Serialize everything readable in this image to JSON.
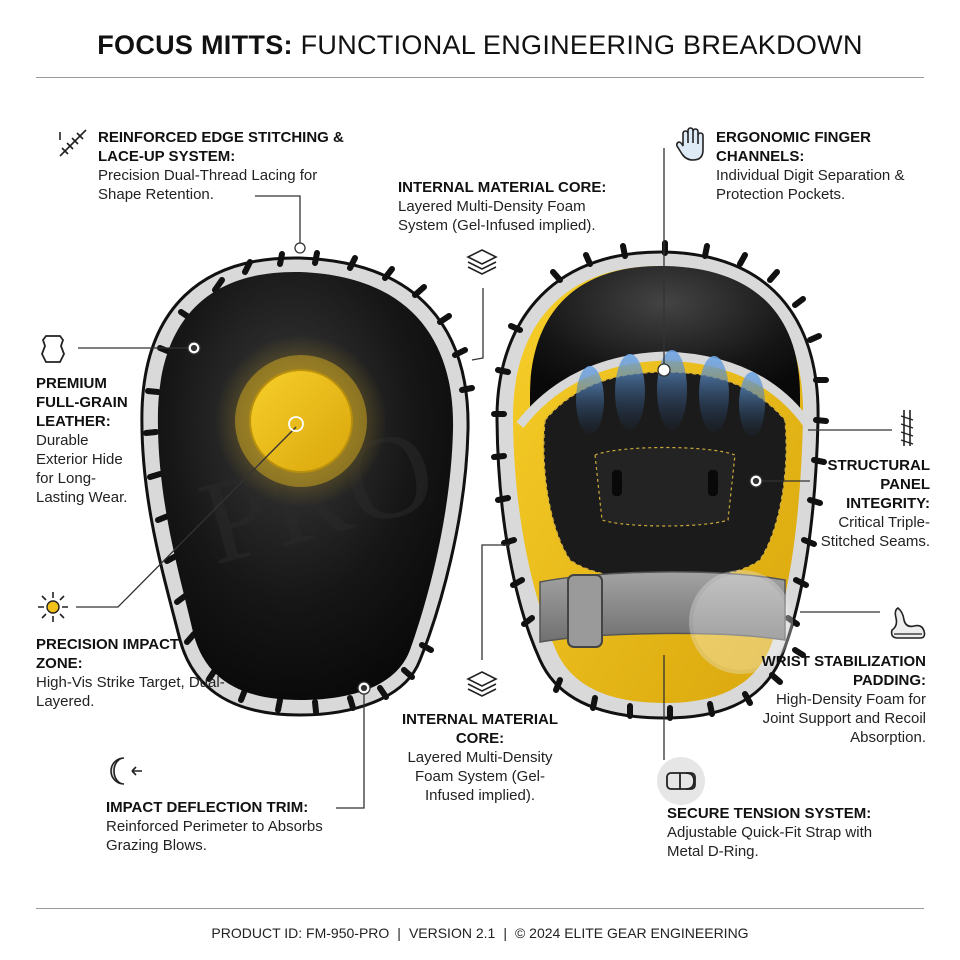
{
  "title": {
    "bold": "FOCUS MITTS:",
    "rest": " FUNCTIONAL ENGINEERING BREAKDOWN"
  },
  "watermark": "PRO",
  "callouts": {
    "edge_stitching": {
      "heading": "REINFORCED EDGE STITCHING & LACE-UP SYSTEM:",
      "desc": "Precision Dual-Thread Lacing for Shape Retention."
    },
    "core_top": {
      "heading": "INTERNAL MATERIAL CORE:",
      "desc": "Layered Multi-Density Foam System (Gel-Infused implied)."
    },
    "finger_channels": {
      "heading": "ERGONOMIC FINGER CHANNELS:",
      "desc": "Individual Digit Separation & Protection Pockets."
    },
    "leather": {
      "heading": "PREMIUM FULL-GRAIN LEATHER:",
      "desc": "Durable Exterior Hide for Long-Lasting Wear."
    },
    "panel_integrity": {
      "heading": "STRUCTURAL PANEL INTEGRITY:",
      "desc": "Critical Triple-Stitched Seams."
    },
    "impact_zone": {
      "heading": "PRECISION IMPACT ZONE:",
      "desc": "High-Vis Strike Target, Dual-Layered."
    },
    "wrist_padding": {
      "heading": "WRIST STABILIZATION PADDING:",
      "desc": "High-Density Foam for Joint Support and Recoil Absorption."
    },
    "core_bottom": {
      "heading": "INTERNAL MATERIAL CORE:",
      "desc": "Layered Multi-Density Foam System (Gel-Infused implied)."
    },
    "deflection_trim": {
      "heading": "IMPACT DEFLECTION TRIM:",
      "desc": "Reinforced Perimeter to Absorbs Grazing Blows."
    },
    "tension_system": {
      "heading": "SECURE TENSION SYSTEM:",
      "desc": "Adjustable Quick-Fit Strap with Metal D-Ring."
    }
  },
  "footer": {
    "product_id": "PRODUCT ID: FM-950-PRO",
    "version": "VERSION 2.1",
    "copyright": "© 2024 ELITE GEAR ENGINEERING",
    "separator": "|"
  },
  "colors": {
    "leather": "#141414",
    "accent_yellow": "#f2c21b",
    "trim_white": "#d9d9d9",
    "strap_gray": "#8d8d8d",
    "leader": "#333333"
  },
  "icons": {
    "edge_stitching": "stitch-icon",
    "core": "layers-icon",
    "finger_channels": "hand-icon",
    "leather": "hide-icon",
    "panel_integrity": "seam-icon",
    "impact_zone": "burst-icon",
    "wrist_padding": "wrist-pad-icon",
    "deflection_trim": "deflect-icon",
    "tension_system": "d-ring-icon"
  }
}
